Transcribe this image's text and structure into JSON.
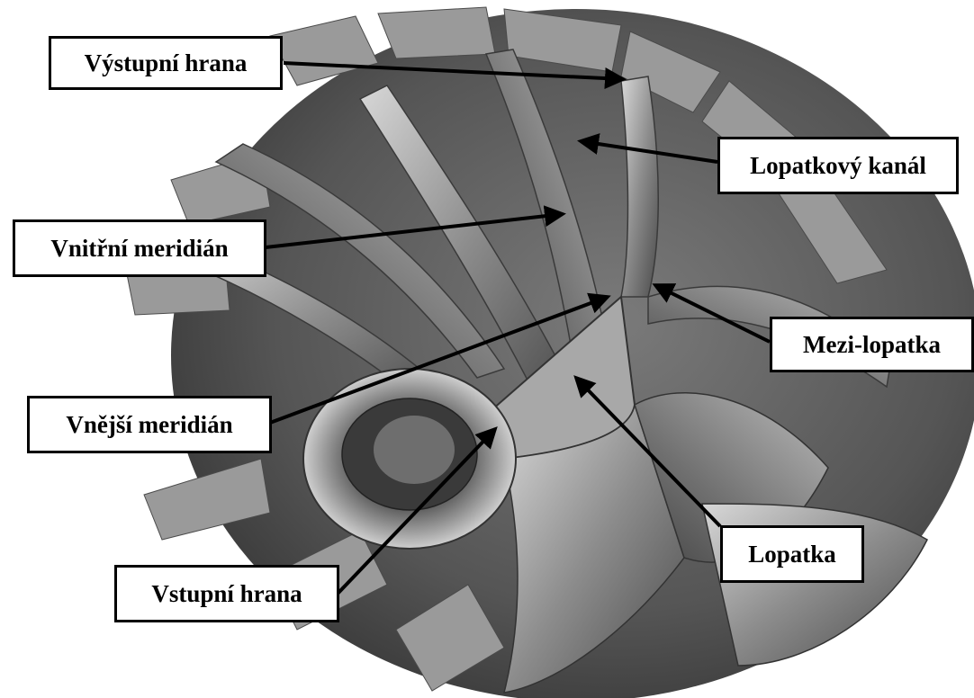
{
  "labels": {
    "vystupni_hrana": "Výstupní hrana",
    "lopatkovy_kanal": "Lopatkový kanál",
    "vnitrni_meridian": "Vnitřní meridián",
    "mezi_lopatka": "Mezi-lopatka",
    "vnejsi_meridian": "Vnější meridián",
    "lopatka": "Lopatka",
    "vstupni_hrana": "Vstupní hrana"
  },
  "colors": {
    "background": "#ffffff",
    "impeller_dark": "#3b3b3b",
    "impeller_mid": "#6a6a6a",
    "impeller_light": "#bdbdbd",
    "arrow": "#000000"
  }
}
